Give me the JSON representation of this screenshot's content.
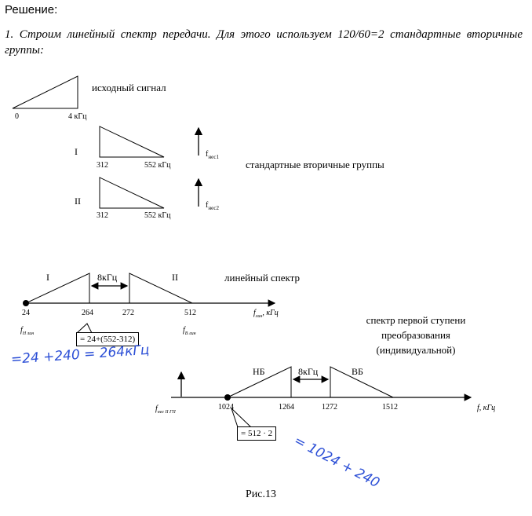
{
  "heading": "Решение:",
  "intro_text": "1. Строим линейный спектр передачи. Для этого используем 120/60=2 стандартные вторичные группы:",
  "source": {
    "caption": "исходный сигнал",
    "start_label": "0",
    "end_label": "4 кГц"
  },
  "secondary_groups": {
    "caption": "стандартные вторичные группы",
    "group1": {
      "roman": "I",
      "start": "312",
      "end": "552 кГц",
      "carrier": "f",
      "carrier_sub": "нес1"
    },
    "group2": {
      "roman": "II",
      "start": "312",
      "end": "552 кГц",
      "carrier": "f",
      "carrier_sub": "нес2"
    }
  },
  "line_spectrum": {
    "caption": "линейный спектр",
    "roman1": "I",
    "roman2": "II",
    "gap_label": "8кГц",
    "ticks": [
      "24",
      "264",
      "272",
      "512"
    ],
    "axis_label": "f",
    "axis_label_sub": "лин",
    "axis_label_unit": ", кГц",
    "f_low": "f",
    "f_low_sub": "Н лин",
    "f_high": "f",
    "f_high_sub": "В лин",
    "callout": "= 24+(552-312)",
    "handwritten": "=24 +240 = 264кГц"
  },
  "first_stage": {
    "caption": "спектр первой ступени преобразования (индивидуальной)",
    "nb": "НБ",
    "vb": "ВБ",
    "gap_label": "8кГц",
    "ticks": [
      "1024",
      "1264",
      "1272",
      "1512"
    ],
    "carrier": "f",
    "carrier_sub": "нес II ГП",
    "axis_label": "f, кГц",
    "callout": "= 512 · 2",
    "handwritten": "= 1024 + 240"
  },
  "figure_caption": "Рис.13"
}
